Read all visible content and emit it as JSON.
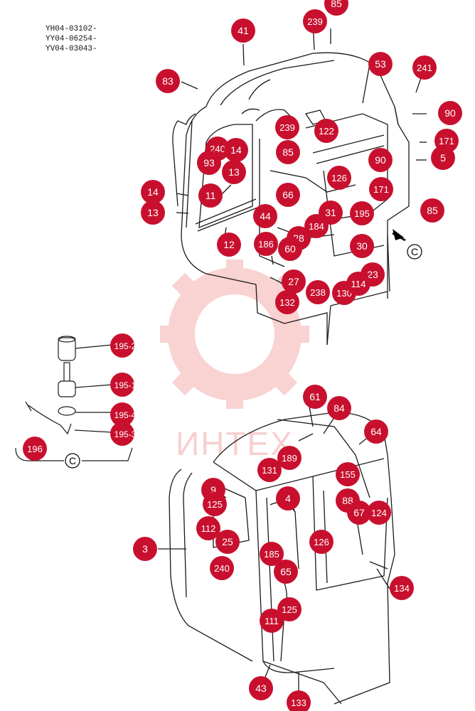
{
  "header": {
    "part_codes": [
      "YH04-03102-",
      "YY04-06254-",
      "YV04-03043-"
    ]
  },
  "watermark": {
    "text": "ИНТЕХ",
    "color": "#f2a0a0"
  },
  "colors": {
    "callout_fill": "#c8102e",
    "callout_text": "#ffffff",
    "line": "#1a1a1a"
  },
  "detail_view": {
    "marker": "C"
  },
  "callouts": [
    {
      "id": "c-85a",
      "label": "85"
    },
    {
      "id": "c-239a",
      "label": "239"
    },
    {
      "id": "c-41",
      "label": "41"
    },
    {
      "id": "c-83",
      "label": "83"
    },
    {
      "id": "c-53",
      "label": "53"
    },
    {
      "id": "c-241",
      "label": "241"
    },
    {
      "id": "c-90a",
      "label": "90"
    },
    {
      "id": "c-171a",
      "label": "171"
    },
    {
      "id": "c-5",
      "label": "5"
    },
    {
      "id": "c-239b",
      "label": "239"
    },
    {
      "id": "c-122",
      "label": "122"
    },
    {
      "id": "c-240a",
      "label": "240"
    },
    {
      "id": "c-14a",
      "label": "14"
    },
    {
      "id": "c-85b",
      "label": "85"
    },
    {
      "id": "c-93",
      "label": "93"
    },
    {
      "id": "c-13a",
      "label": "13"
    },
    {
      "id": "c-90b",
      "label": "90"
    },
    {
      "id": "c-126a",
      "label": "126"
    },
    {
      "id": "c-171b",
      "label": "171"
    },
    {
      "id": "c-14b",
      "label": "14"
    },
    {
      "id": "c-11",
      "label": "11"
    },
    {
      "id": "c-66",
      "label": "66"
    },
    {
      "id": "c-13b",
      "label": "13"
    },
    {
      "id": "c-44",
      "label": "44"
    },
    {
      "id": "c-31",
      "label": "31"
    },
    {
      "id": "c-195",
      "label": "195"
    },
    {
      "id": "c-85c",
      "label": "85"
    },
    {
      "id": "c-184",
      "label": "184"
    },
    {
      "id": "c-12",
      "label": "12"
    },
    {
      "id": "c-186",
      "label": "186"
    },
    {
      "id": "c-28",
      "label": "28"
    },
    {
      "id": "c-60",
      "label": "60"
    },
    {
      "id": "c-30",
      "label": "30"
    },
    {
      "id": "c-27",
      "label": "27"
    },
    {
      "id": "c-23",
      "label": "23"
    },
    {
      "id": "c-238",
      "label": "238"
    },
    {
      "id": "c-130",
      "label": "130"
    },
    {
      "id": "c-114",
      "label": "114"
    },
    {
      "id": "c-132",
      "label": "132"
    },
    {
      "id": "c-196",
      "label": "196"
    },
    {
      "id": "c-61",
      "label": "61"
    },
    {
      "id": "c-84",
      "label": "84"
    },
    {
      "id": "c-64",
      "label": "64"
    },
    {
      "id": "c-189",
      "label": "189"
    },
    {
      "id": "c-131",
      "label": "131"
    },
    {
      "id": "c-155",
      "label": "155"
    },
    {
      "id": "c-9",
      "label": "9"
    },
    {
      "id": "c-4",
      "label": "4"
    },
    {
      "id": "c-88",
      "label": "88"
    },
    {
      "id": "c-125a",
      "label": "125"
    },
    {
      "id": "c-67",
      "label": "67"
    },
    {
      "id": "c-124",
      "label": "124"
    },
    {
      "id": "c-112",
      "label": "112"
    },
    {
      "id": "c-3",
      "label": "3"
    },
    {
      "id": "c-25",
      "label": "25"
    },
    {
      "id": "c-126b",
      "label": "126"
    },
    {
      "id": "c-185",
      "label": "185"
    },
    {
      "id": "c-240b",
      "label": "240"
    },
    {
      "id": "c-65",
      "label": "65"
    },
    {
      "id": "c-134",
      "label": "134"
    },
    {
      "id": "c-125b",
      "label": "125"
    },
    {
      "id": "c-111",
      "label": "111"
    },
    {
      "id": "c-43",
      "label": "43"
    },
    {
      "id": "c-133",
      "label": "133"
    }
  ],
  "partial_labels": [
    {
      "id": "p-195-2",
      "label": "195-2"
    },
    {
      "id": "p-195-1",
      "label": "195-1"
    },
    {
      "id": "p-195-4",
      "label": "195-4"
    },
    {
      "id": "p-195-3",
      "label": "195-3"
    }
  ]
}
